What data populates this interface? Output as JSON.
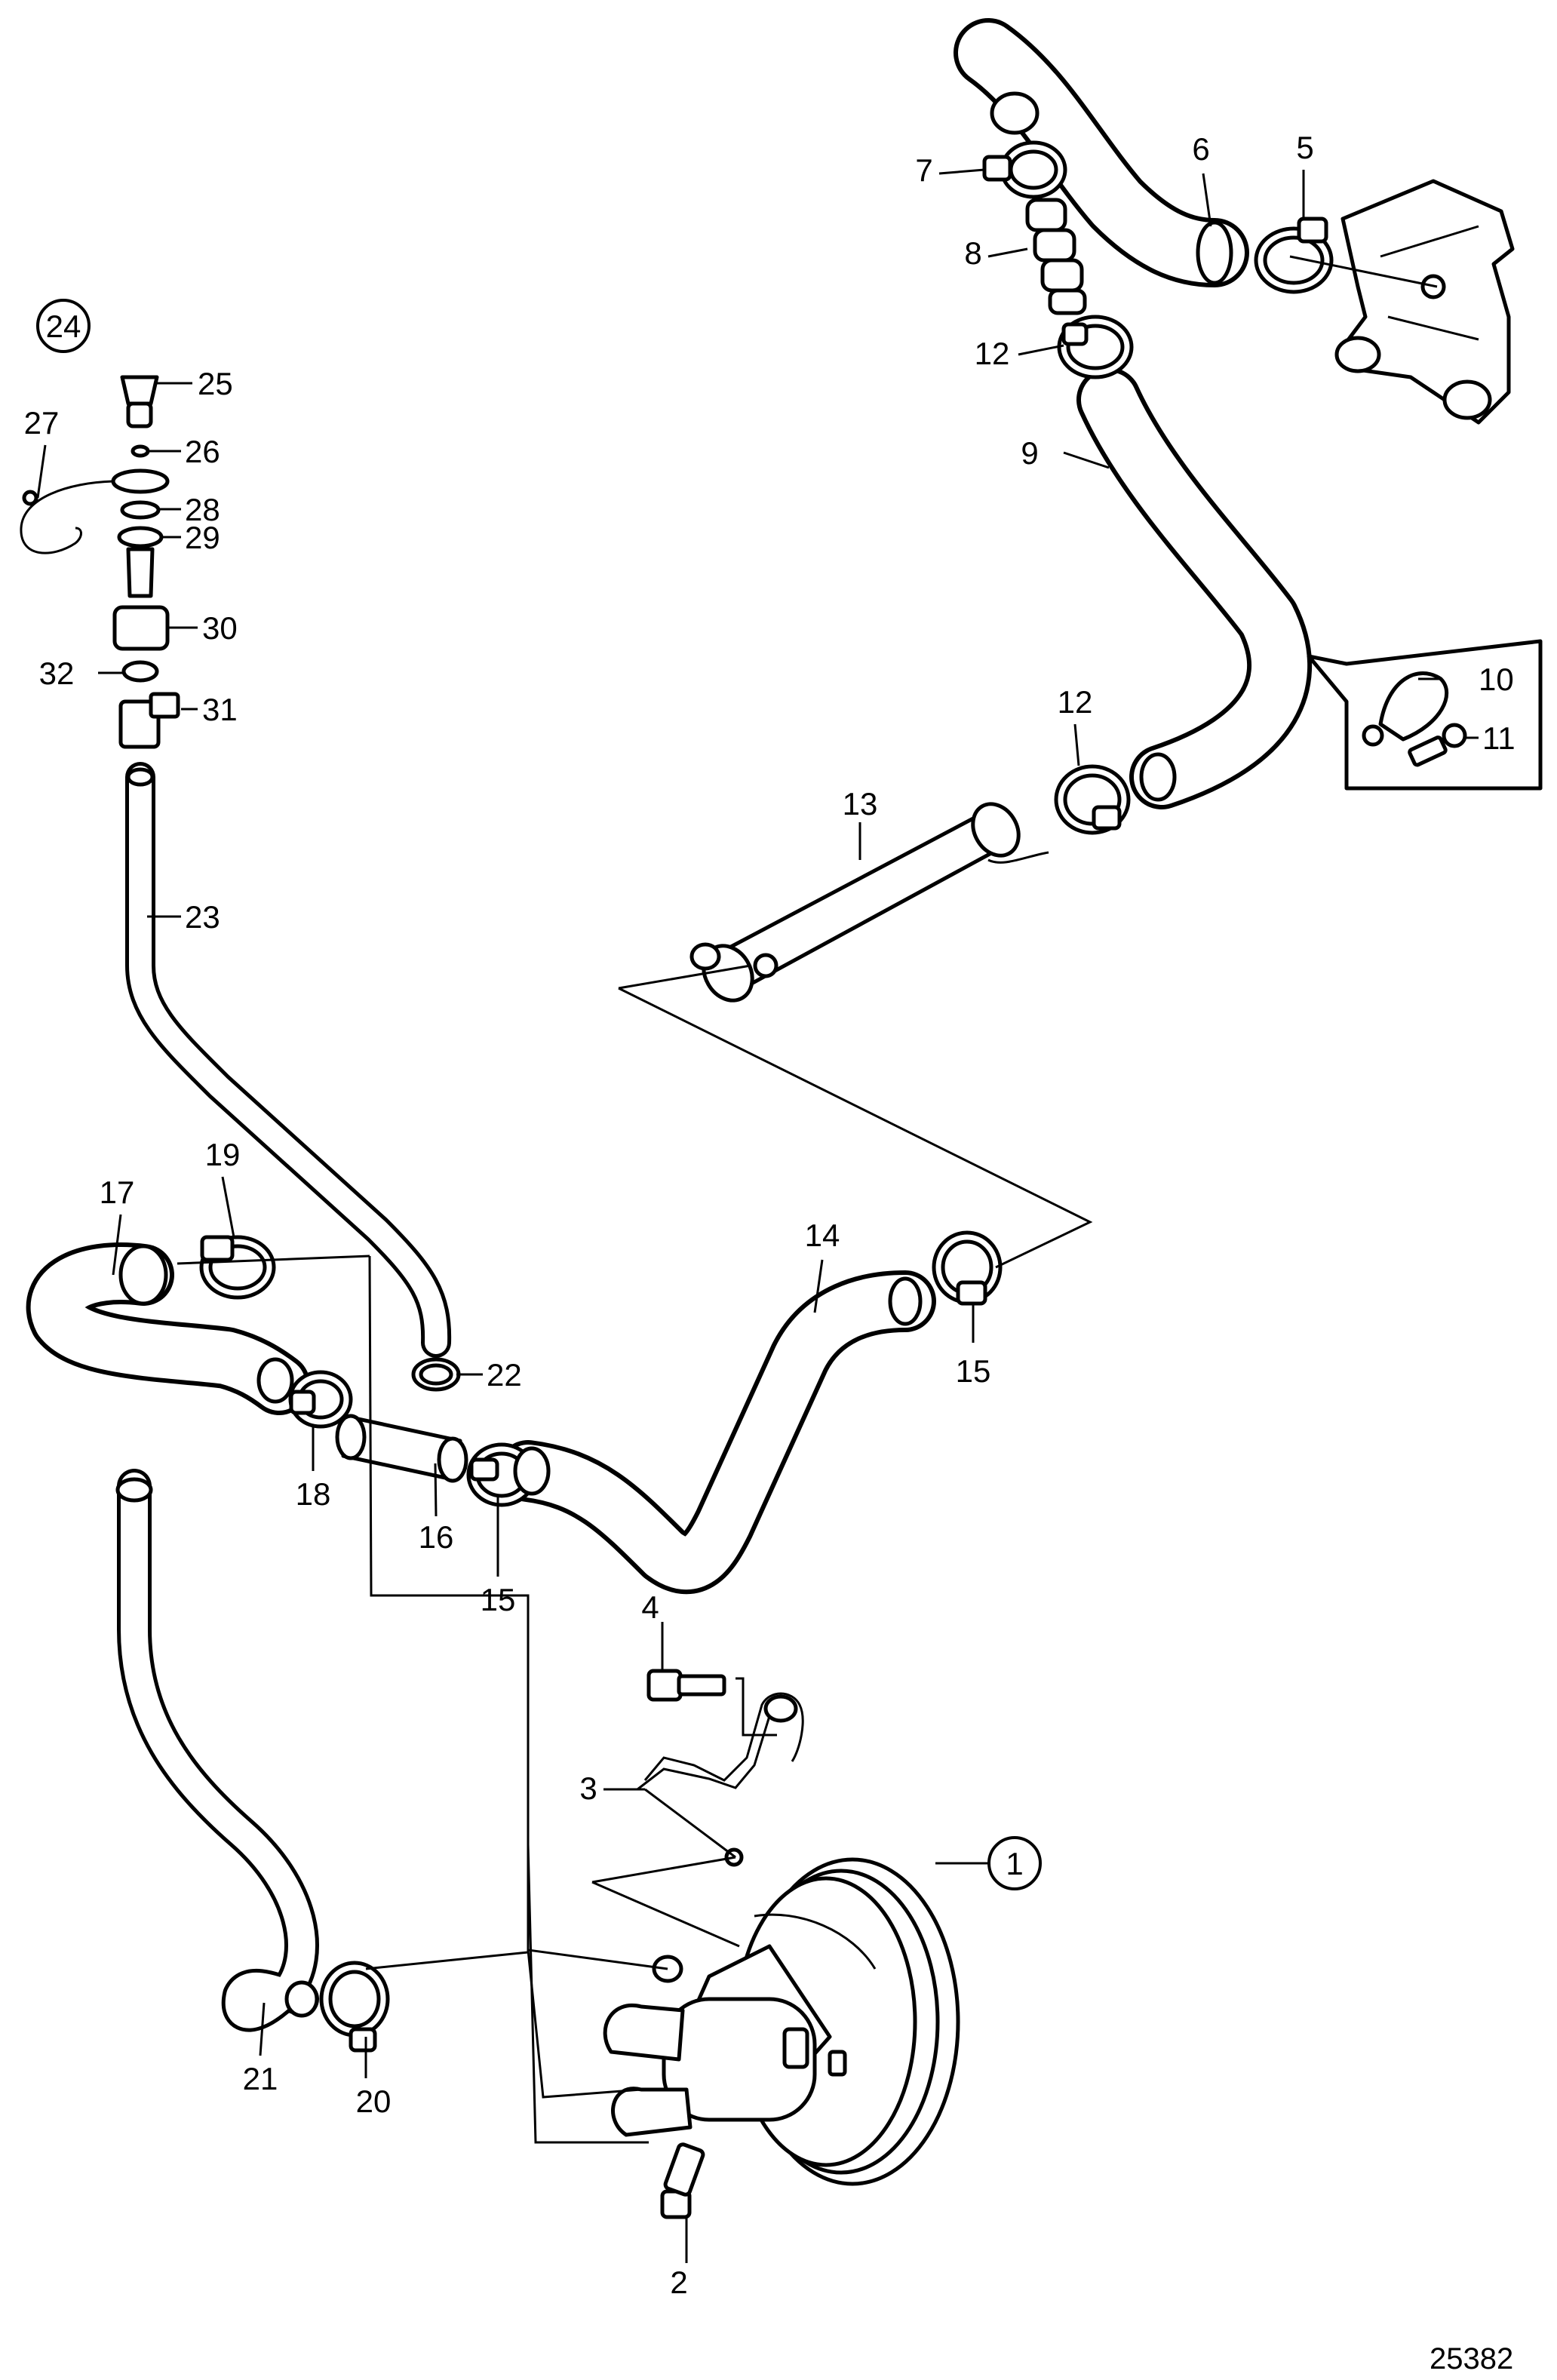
{
  "figure_number": "25382",
  "callouts": {
    "c1": "1",
    "c2": "2",
    "c3": "3",
    "c4": "4",
    "c5": "5",
    "c6": "6",
    "c7": "7",
    "c8": "8",
    "c9": "9",
    "c10": "10",
    "c11": "11",
    "c12a": "12",
    "c12b": "12",
    "c13": "13",
    "c14": "14",
    "c15a": "15",
    "c15b": "15",
    "c16": "16",
    "c17": "17",
    "c18": "18",
    "c19": "19",
    "c20": "20",
    "c21": "21",
    "c22": "22",
    "c23": "23",
    "c24": "24",
    "c25": "25",
    "c26": "26",
    "c27": "27",
    "c28": "28",
    "c29": "29",
    "c30": "30",
    "c31": "31",
    "c32": "32"
  }
}
